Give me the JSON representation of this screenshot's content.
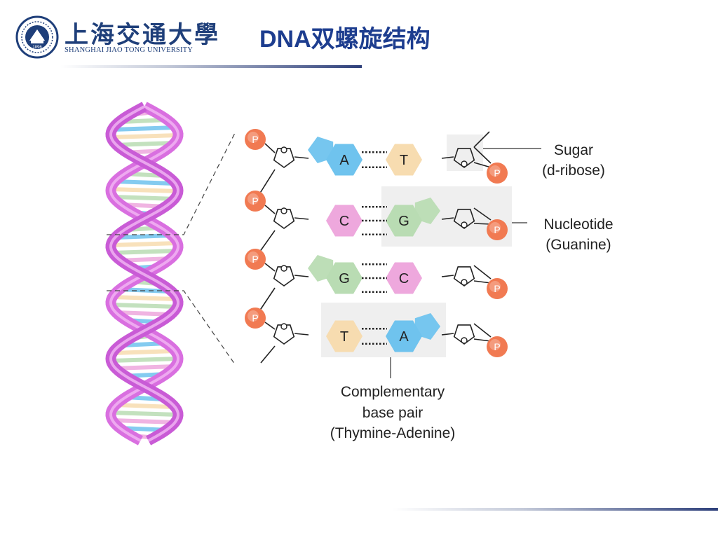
{
  "header": {
    "university_cn": "上海交通大學",
    "university_en": "SHANGHAI JIAO TONG UNIVERSITY",
    "seal_year": "1896",
    "title": "DNA双螺旋结构"
  },
  "diagram": {
    "phosphate_label": "P",
    "rows": [
      {
        "left": "A",
        "right": "T",
        "hbonds": 2
      },
      {
        "left": "C",
        "right": "G",
        "hbonds": 3
      },
      {
        "left": "G",
        "right": "C",
        "hbonds": 3
      },
      {
        "left": "T",
        "right": "A",
        "hbonds": 2
      }
    ],
    "labels": {
      "sugar_line1": "Sugar",
      "sugar_line2": "(d-ribose)",
      "nucleotide_line1": "Nucleotide",
      "nucleotide_line2": "(Guanine)",
      "pair_line1": "Complementary",
      "pair_line2": "base pair",
      "pair_line3": "(Thymine-Adenine)"
    },
    "colors": {
      "A": "#6fc3ee",
      "T": "#f7dcb0",
      "C": "#eea8dd",
      "G": "#b9dcb3",
      "phosphate": "#f17a52",
      "helix": "#d96fe0",
      "highlight": "#efefef"
    }
  }
}
